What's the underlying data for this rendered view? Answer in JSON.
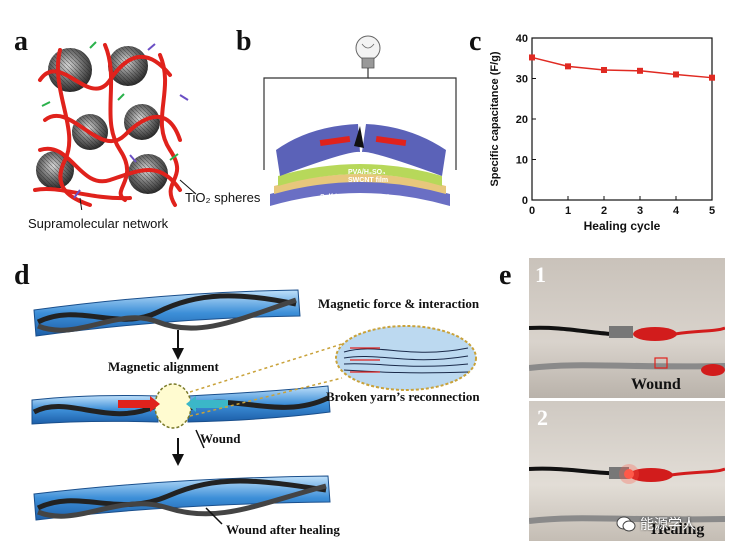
{
  "panels": {
    "a": {
      "letter": "a",
      "tio2_label": "TiO₂ spheres",
      "network_label": "Supramolecular network"
    },
    "b": {
      "letter": "b",
      "layer_electrolyte": "PVA/H₂SO₄",
      "layer_film": "SWCNT film",
      "layer_substrate": "Self-healing substrate"
    },
    "c": {
      "letter": "c"
    },
    "d": {
      "letter": "d",
      "magnetic_force": "Magnetic force & interaction",
      "magnetic_alignment": "Magnetic alignment",
      "broken_yarn": "Broken yarn’s reconnection",
      "wound": "Wound",
      "wound_after": "Wound after healing"
    },
    "e": {
      "letter": "e",
      "photo1_number": "1",
      "photo1_label": "Wound",
      "photo2_number": "2",
      "photo2_label": "Healing"
    }
  },
  "watermark": "能源学人",
  "colors": {
    "network_red": "#e0221c",
    "chart_red": "#e02a22",
    "fiber_blue": "#5aa6e6",
    "layer_purple": "#6a6fc4",
    "layer_green": "#b7d85a",
    "layer_tan": "#e7c77c"
  },
  "chart_data": {
    "type": "line",
    "xlabel": "Healing cycle",
    "ylabel": "Specific capacitance (F/g)",
    "x": [
      0,
      1,
      2,
      3,
      4,
      5
    ],
    "y": [
      35.2,
      33.0,
      32.1,
      31.9,
      31.0,
      30.2
    ],
    "xlim": [
      0,
      5
    ],
    "ylim": [
      0,
      40
    ],
    "xticks": [
      "0",
      "1",
      "2",
      "3",
      "4",
      "5"
    ],
    "yticks": [
      "0",
      "10",
      "20",
      "30",
      "40"
    ],
    "marker": "square",
    "grid": false
  }
}
